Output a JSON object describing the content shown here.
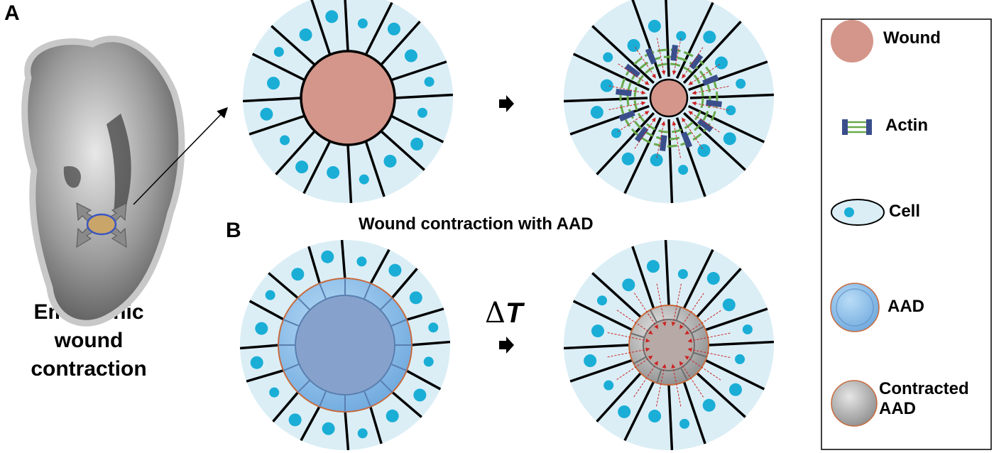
{
  "panels": {
    "a": "A",
    "b": "B"
  },
  "embryo_caption": [
    "Embryonic",
    "wound",
    "contraction"
  ],
  "panel_b_title": "Wound contraction with AAD",
  "delta_symbol": "Δ",
  "delta_var": "T",
  "legend": {
    "wound": "Wound",
    "actin": "Actin",
    "cell": "Cell",
    "aad": "AAD",
    "contracted_aad": [
      "Contracted",
      "AAD"
    ]
  },
  "colors": {
    "cell_fill": "#dbeef6",
    "nucleus": "#1aaed6",
    "wound": "#d4968a",
    "aad_ring": "#8fc1ea",
    "aad_core": "#86a2cc",
    "contracted": "#b7a9a5",
    "actin_bar": "#3a4e8c",
    "actin_fiber": "#6aaa4c",
    "arrow_red": "#cc2222"
  }
}
